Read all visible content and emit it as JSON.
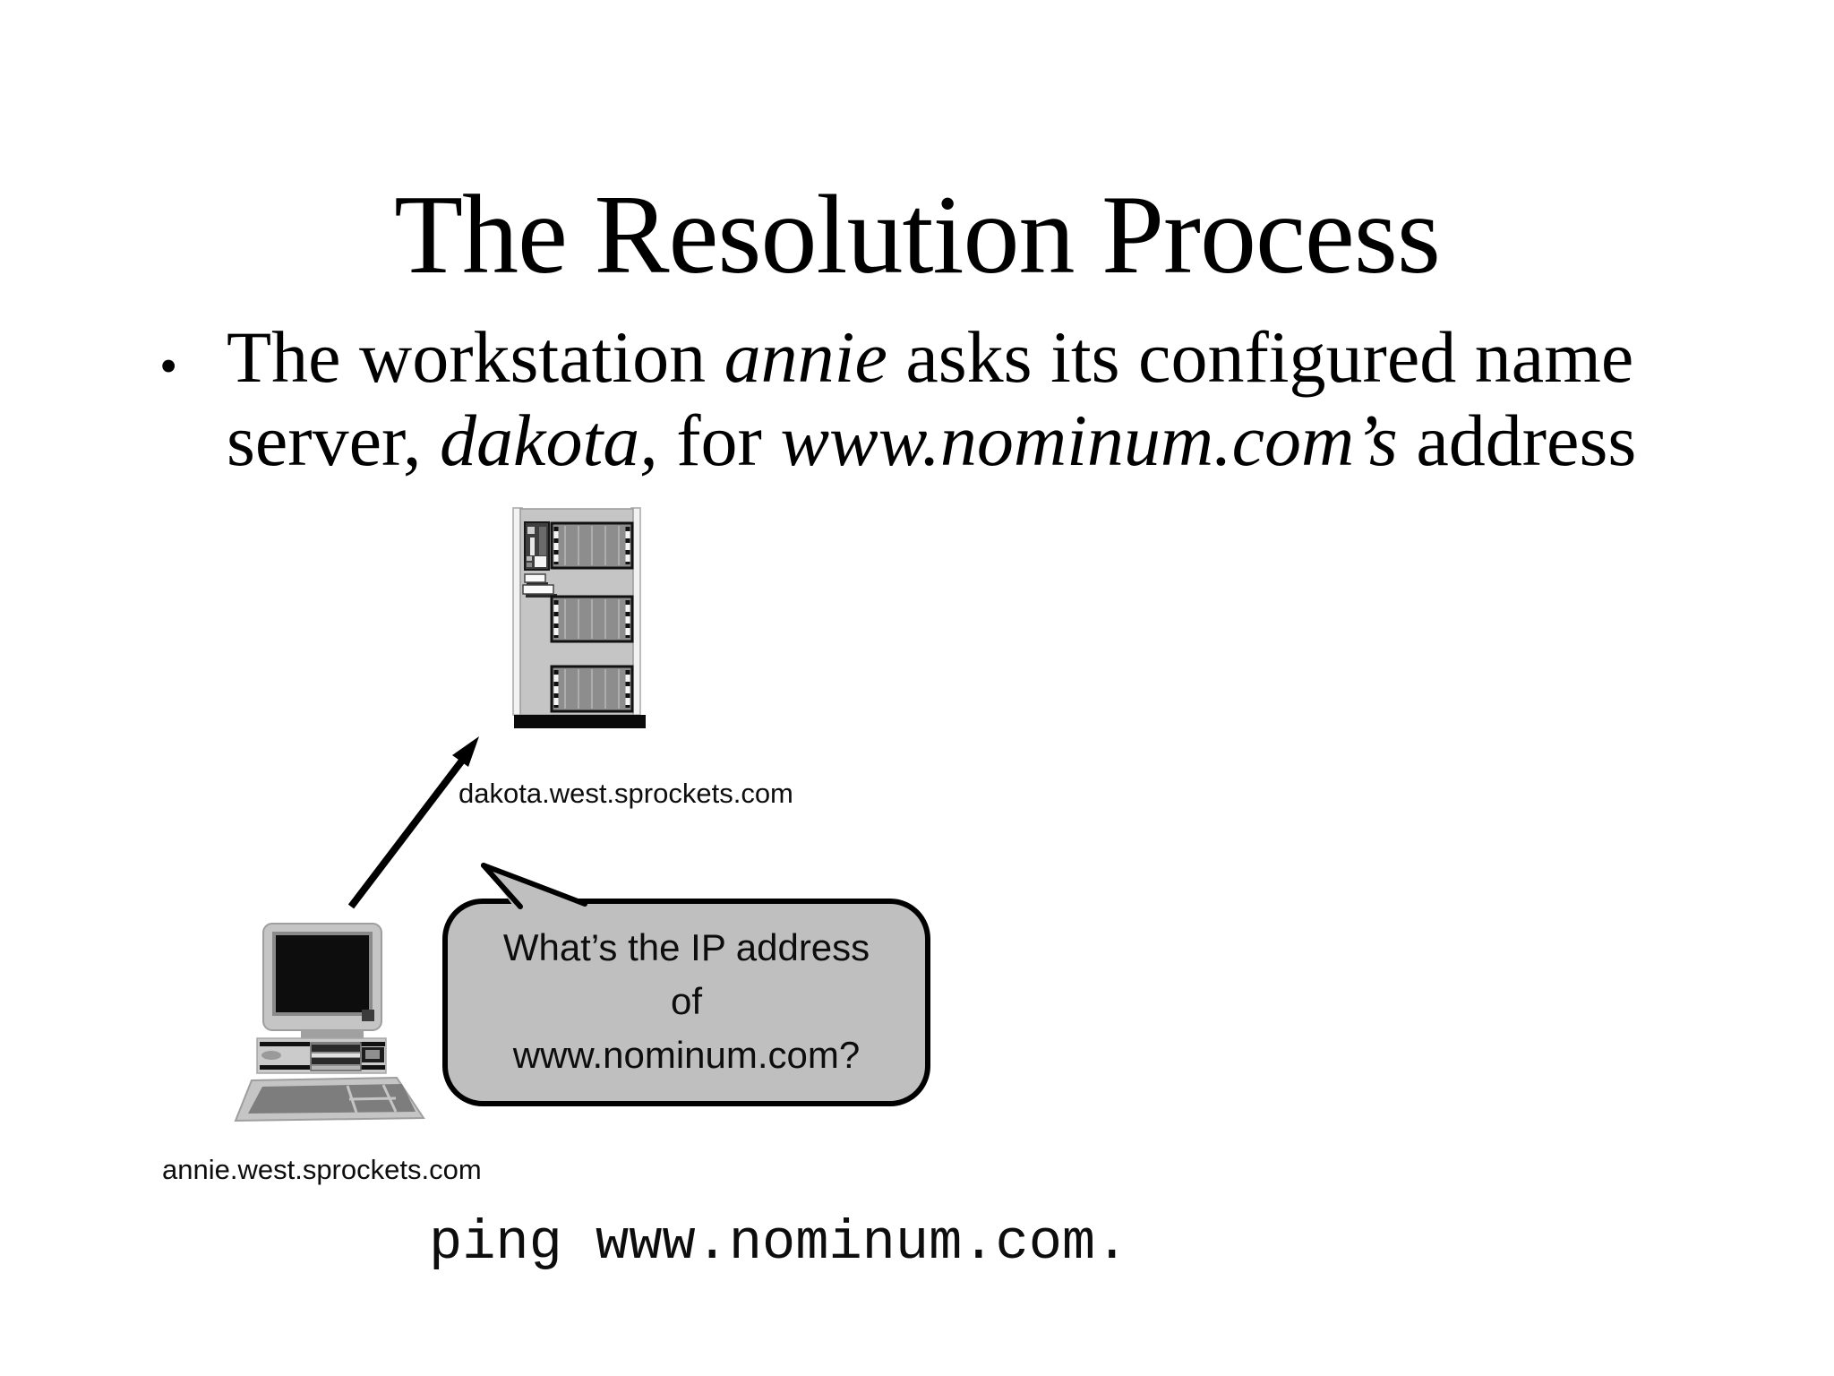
{
  "slide": {
    "title": "The Resolution Process",
    "bullet": {
      "marker": "•",
      "line1": [
        "The workstation ",
        "annie",
        " asks its configured name"
      ],
      "line2": [
        "server, ",
        "dakota,",
        " for ",
        "www.nominum.com’s",
        " address"
      ]
    }
  },
  "diagram": {
    "server_label": "dakota.west.sprockets.com",
    "workstation_label": "annie.west.sprockets.com",
    "speech_bubble": "What’s the IP address\nof\nwww.nominum.com?",
    "command": "ping www.nominum.com.",
    "icons": {
      "server": "server-tower-icon",
      "workstation": "desktop-computer-icon",
      "arrow": "query-arrow-icon",
      "bubble": "speech-bubble"
    },
    "colors": {
      "background": "#ffffff",
      "text": "#000000",
      "bubble_fill": "#bfbfbf",
      "machine_body": "#c5c5c5",
      "drive_bay": "#8d8d8d",
      "keyboard_keys": "#7d7d7d",
      "outline": "#000000"
    }
  }
}
